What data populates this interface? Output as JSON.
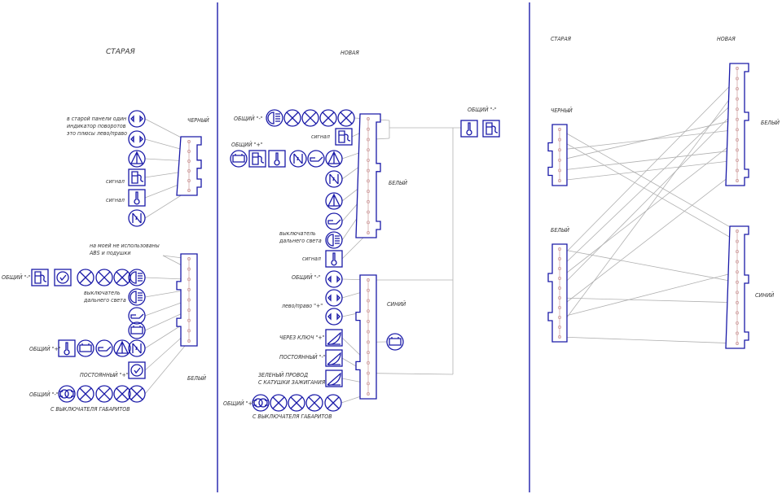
{
  "left": {
    "title": "СТАРАЯ",
    "note_lines": [
      "в старой панели один",
      "индикатор поворотов",
      "это плюсы лево/право"
    ],
    "black_label": "ЧЕРНЫЙ",
    "signal1": "сигнал",
    "signal2": "сигнал",
    "unused_lines": [
      "на моей не использованы",
      "ABS и подушки"
    ],
    "common_minus": "ОБЩИЙ \"-\"",
    "highbeam_lines": [
      "выключатель",
      "дальнего света"
    ],
    "common_plus": "ОБЩИЙ \"+\"",
    "constant_plus": "ПОСТОЯННЫЙ \"+\"",
    "white_label": "БЕЛЫЙ",
    "common_minus2": "ОБЩИЙ \"-\"",
    "from_parking": "С ВЫКЛЮЧАТЕЛЯ ГАБАРИТОВ"
  },
  "center": {
    "title": "НОВАЯ",
    "common_minus": "ОБЩИЙ \"-\"",
    "signal1": "сигнал",
    "common_plus": "ОБЩИЙ \"+\"",
    "white_label": "БЕЛЫЙ",
    "highbeam_lines": [
      "выключатель",
      "дальнего света"
    ],
    "signal2": "сигнал",
    "common_minus2": "ОБЩИЙ \"-\"",
    "left_right": "лево/право \"+\"",
    "blue_label": "СИНИЙ",
    "via_key": "ЧЕРЕЗ КЛЮЧ \"+\"",
    "constant_minus": "ПОСТОЯННЫЙ \"-\"",
    "green_lines": [
      "ЗЕЛЕНЫЙ ПРОВОД",
      "С КАТУШКИ ЗАЖИГАНИЯ"
    ],
    "common_plus2": "ОБЩИЙ \"+\"",
    "from_parking": "С ВЫКЛЮЧАТЕЛЯ ГАБАРИТОВ",
    "top_right_common": "ОБЩИЙ \"-\""
  },
  "right": {
    "old_title": "СТАРАЯ",
    "new_title": "НОВАЯ",
    "old_black": "ЧЕРНЫЙ",
    "old_white": "БЕЛЫЙ",
    "new_white": "БЕЛЫЙ",
    "new_blue": "СИНИЙ"
  },
  "colors": {
    "line": "#1a1aa8",
    "wire": "#b0b0b0"
  }
}
